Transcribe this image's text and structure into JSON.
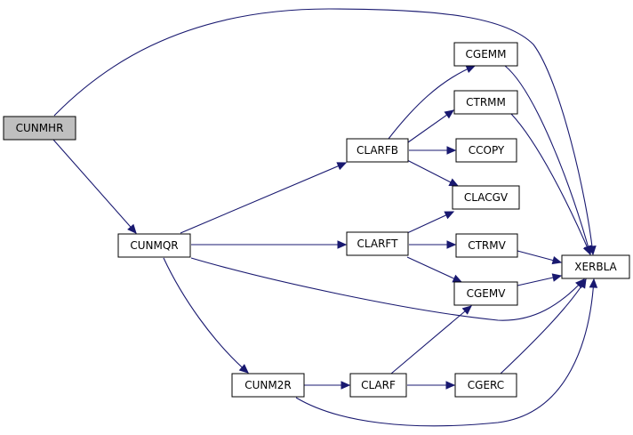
{
  "graph": {
    "root_fill": "#bfbfbf",
    "node_fill": "#ffffff",
    "edge_color": "#191970",
    "nodes": [
      {
        "id": "CUNMHR",
        "label": "CUNMHR",
        "root": true
      },
      {
        "id": "CUNMQR",
        "label": "CUNMQR"
      },
      {
        "id": "CUNM2R",
        "label": "CUNM2R"
      },
      {
        "id": "CLARFB",
        "label": "CLARFB"
      },
      {
        "id": "CLARFT",
        "label": "CLARFT"
      },
      {
        "id": "CLARF",
        "label": "CLARF"
      },
      {
        "id": "CGEMM",
        "label": "CGEMM"
      },
      {
        "id": "CTRMM",
        "label": "CTRMM"
      },
      {
        "id": "CCOPY",
        "label": "CCOPY"
      },
      {
        "id": "CLACGV",
        "label": "CLACGV"
      },
      {
        "id": "CTRMV",
        "label": "CTRMV"
      },
      {
        "id": "CGEMV",
        "label": "CGEMV"
      },
      {
        "id": "CGERC",
        "label": "CGERC"
      },
      {
        "id": "XERBLA",
        "label": "XERBLA"
      }
    ],
    "edges": [
      {
        "from": "CUNMHR",
        "to": "XERBLA"
      },
      {
        "from": "CUNMHR",
        "to": "CUNMQR"
      },
      {
        "from": "CUNMQR",
        "to": "CLARFB"
      },
      {
        "from": "CUNMQR",
        "to": "CLARFT"
      },
      {
        "from": "CUNMQR",
        "to": "XERBLA"
      },
      {
        "from": "CUNMQR",
        "to": "CUNM2R"
      },
      {
        "from": "CUNM2R",
        "to": "CLARF"
      },
      {
        "from": "CUNM2R",
        "to": "XERBLA"
      },
      {
        "from": "CLARFB",
        "to": "CGEMM"
      },
      {
        "from": "CLARFB",
        "to": "CTRMM"
      },
      {
        "from": "CLARFB",
        "to": "CCOPY"
      },
      {
        "from": "CLARFB",
        "to": "CLACGV"
      },
      {
        "from": "CLARFT",
        "to": "CLACGV"
      },
      {
        "from": "CLARFT",
        "to": "CTRMV"
      },
      {
        "from": "CLARFT",
        "to": "CGEMV"
      },
      {
        "from": "CLARF",
        "to": "CGEMV"
      },
      {
        "from": "CLARF",
        "to": "CGERC"
      },
      {
        "from": "CGEMM",
        "to": "XERBLA"
      },
      {
        "from": "CTRMM",
        "to": "XERBLA"
      },
      {
        "from": "CTRMV",
        "to": "XERBLA"
      },
      {
        "from": "CGEMV",
        "to": "XERBLA"
      },
      {
        "from": "CGERC",
        "to": "XERBLA"
      }
    ]
  }
}
